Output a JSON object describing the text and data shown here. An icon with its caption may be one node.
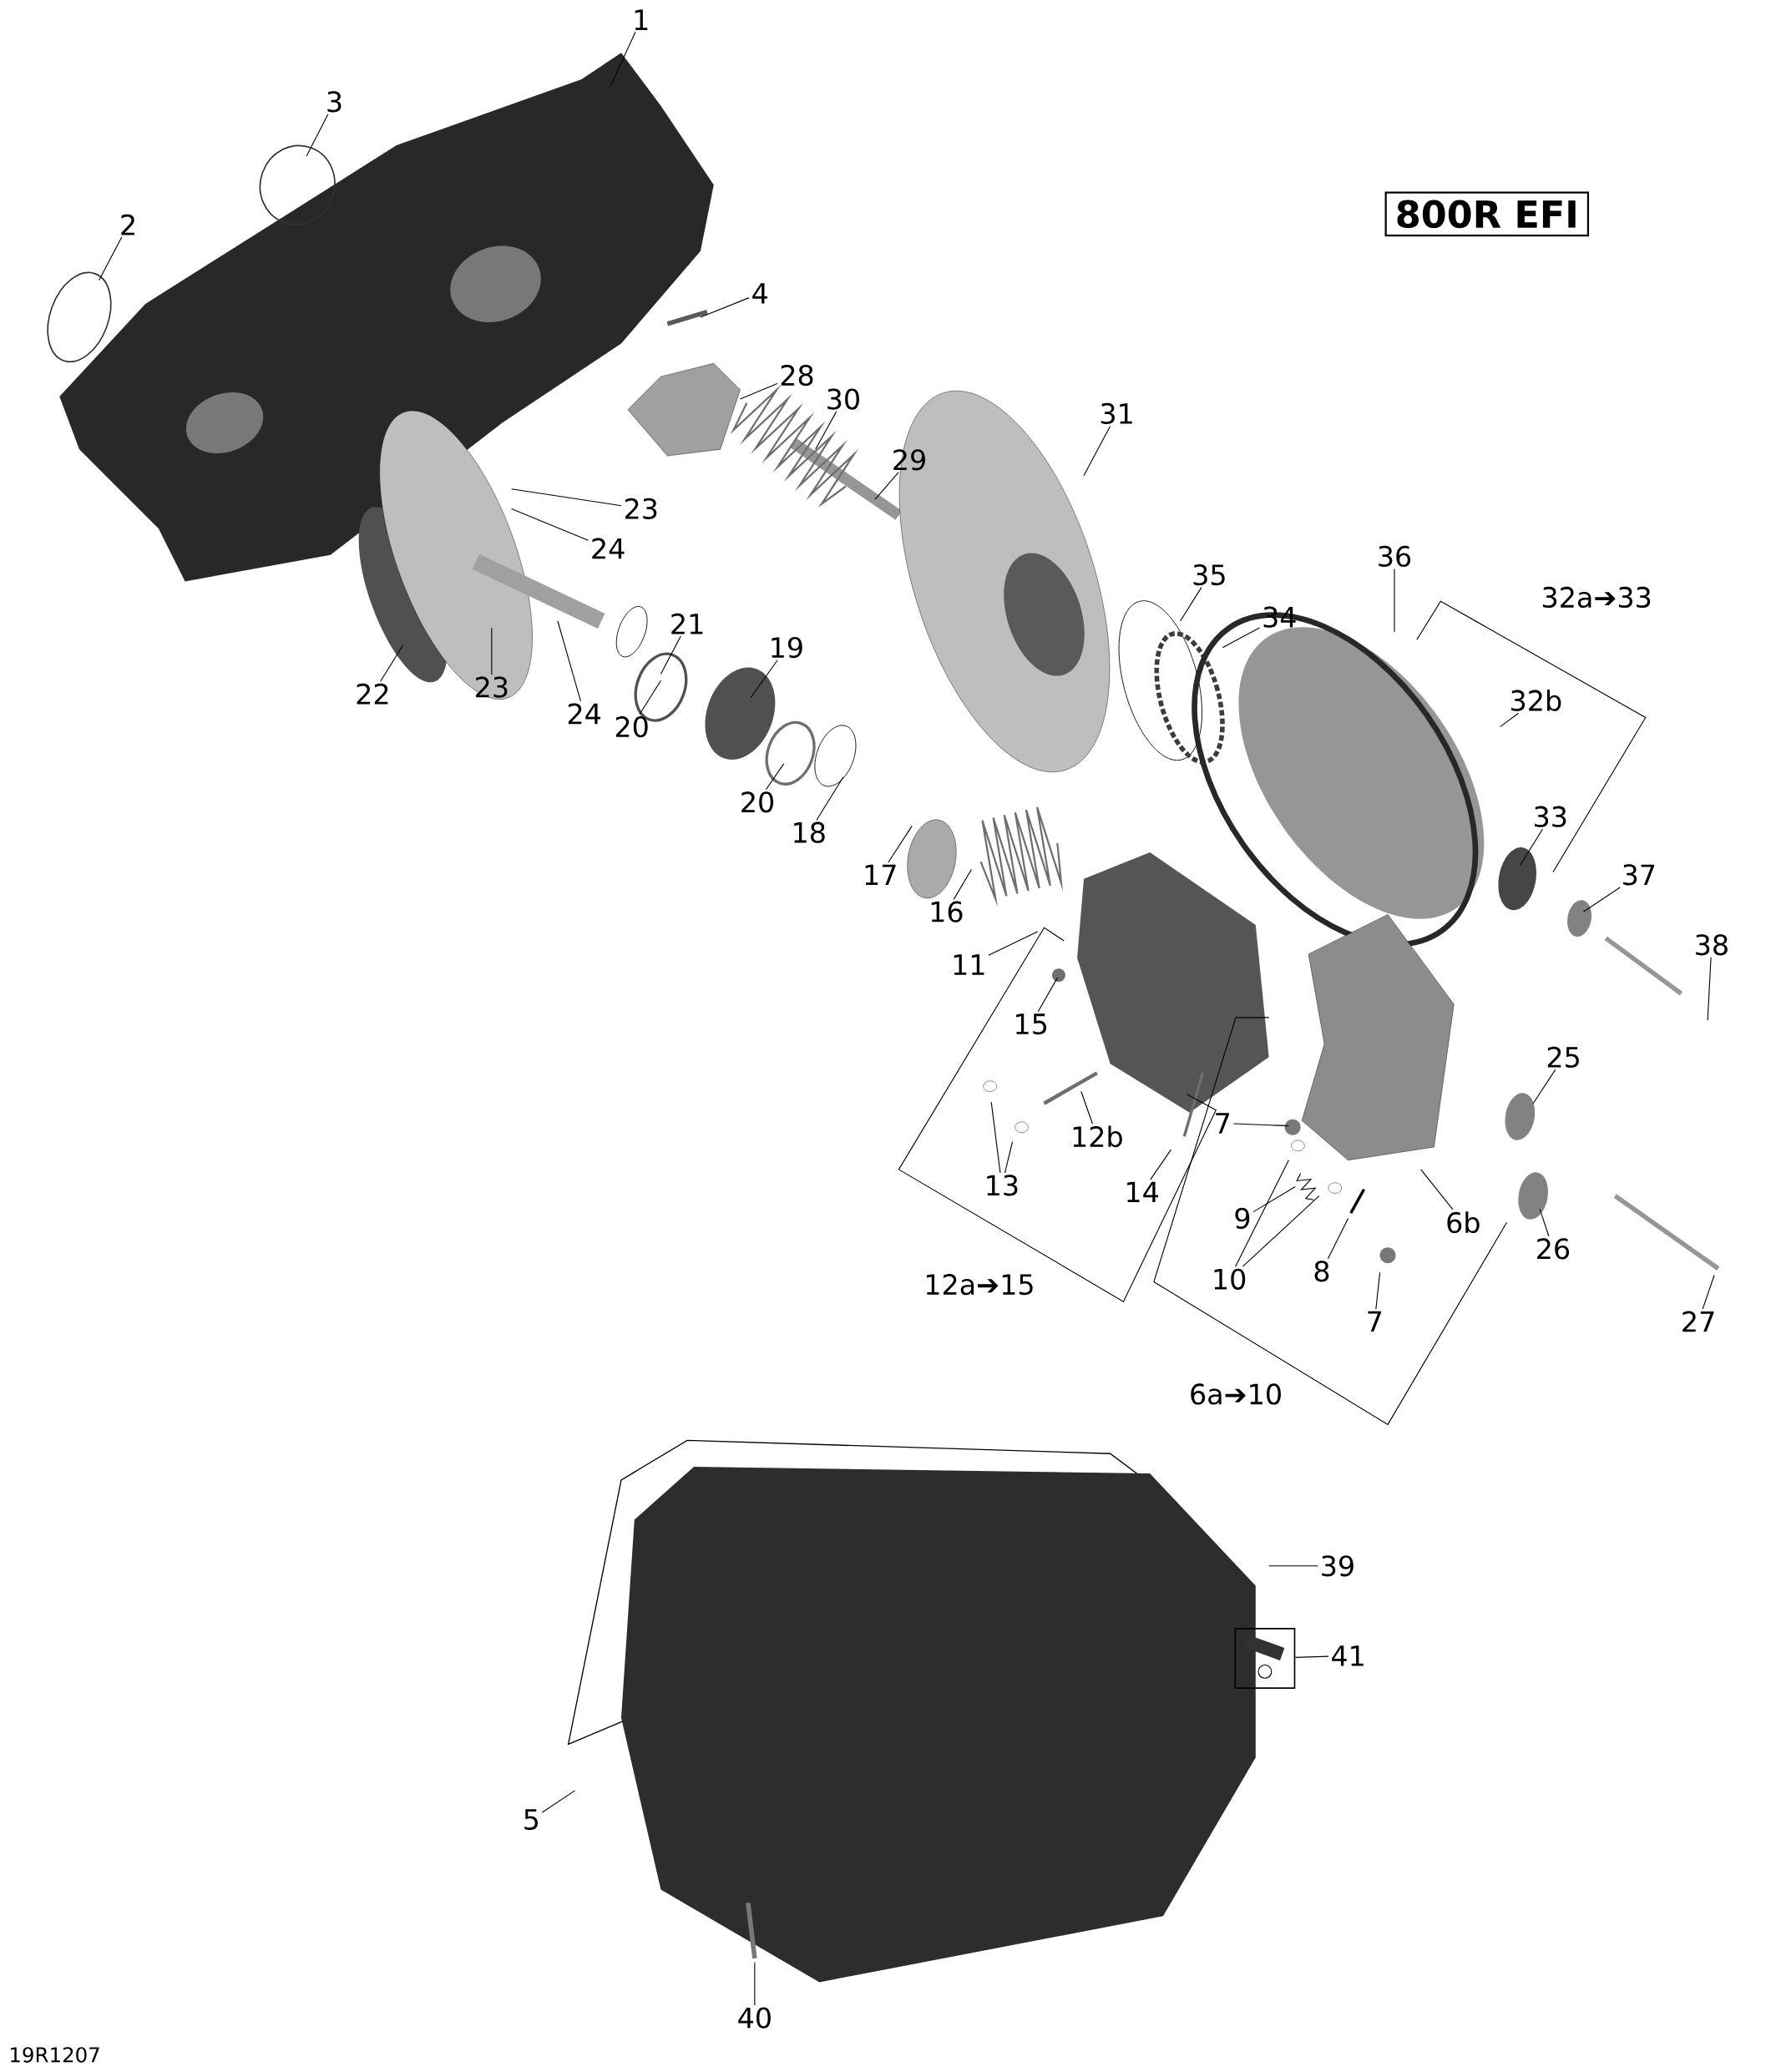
{
  "diagram": {
    "nodes": [
      {
        "text": [
          "1"
        ]
      },
      {
        "text": [
          "2"
        ]
      },
      {
        "text": [
          "3"
        ]
      },
      {
        "text": [
          "800R EFI"
        ]
      },
      {
        "text": [
          "4"
        ]
      },
      {
        "text": [
          "28"
        ]
      },
      {
        "text": [
          "30"
        ]
      },
      {
        "text": [
          "29"
        ]
      },
      {
        "text": [
          "31"
        ]
      },
      {
        "text": [
          "23"
        ]
      },
      {
        "text": [
          "24"
        ]
      },
      {
        "text": [
          "21"
        ]
      },
      {
        "text": [
          "19"
        ]
      },
      {
        "text": [
          "22"
        ]
      },
      {
        "text": [
          "23"
        ]
      },
      {
        "text": [
          "24"
        ]
      },
      {
        "text": [
          "20"
        ]
      },
      {
        "text": [
          "20"
        ]
      },
      {
        "text": [
          "18"
        ]
      },
      {
        "text": [
          "17"
        ]
      },
      {
        "text": [
          "16"
        ]
      },
      {
        "text": [
          "35"
        ]
      },
      {
        "text": [
          "34"
        ]
      },
      {
        "text": [
          "36"
        ]
      },
      {
        "text": [
          "32b"
        ]
      },
      {
        "text": [
          "33"
        ]
      },
      {
        "text": [
          "37"
        ]
      },
      {
        "text": [
          "38"
        ]
      },
      {
        "text": [
          "11"
        ]
      },
      {
        "text": [
          "15"
        ]
      },
      {
        "text": [
          "12b"
        ]
      },
      {
        "text": [
          "13"
        ]
      },
      {
        "text": [
          "14"
        ]
      },
      {
        "text": [
          "7"
        ]
      },
      {
        "text": [
          "9"
        ]
      },
      {
        "text": [
          "10"
        ]
      },
      {
        "text": [
          "8"
        ]
      },
      {
        "text": [
          "7"
        ]
      },
      {
        "text": [
          "6b"
        ]
      },
      {
        "text": [
          "25"
        ]
      },
      {
        "text": [
          "26"
        ]
      },
      {
        "text": [
          "27"
        ]
      },
      {
        "text": [
          "39"
        ]
      },
      {
        "text": [
          "41"
        ]
      },
      {
        "text": [],
        "shape": "box"
      },
      {
        "text": [
          "5"
        ]
      },
      {
        "text": [
          "40"
        ]
      }
    ],
    "edges": [
      {
        "from": 0,
        "to": null,
        "arrow": "none"
      },
      {
        "from": 1,
        "to": null,
        "arrow": "none"
      },
      {
        "from": 2,
        "to": null,
        "arrow": "none"
      },
      {
        "from": 4,
        "to": null,
        "arrow": "none"
      },
      {
        "from": 5,
        "to": null,
        "arrow": "none"
      },
      {
        "from": 6,
        "to": null,
        "arrow": "none"
      },
      {
        "from": 7,
        "to": null,
        "arrow": "none"
      },
      {
        "from": 8,
        "to": null,
        "arrow": "none"
      },
      {
        "from": 9,
        "to": null,
        "arrow": "none"
      },
      {
        "from": 10,
        "to": null,
        "arrow": "none"
      },
      {
        "from": 11,
        "to": null,
        "arrow": "none"
      },
      {
        "from": 12,
        "to": null,
        "arrow": "none"
      },
      {
        "from": 13,
        "to": null,
        "arrow": "none"
      },
      {
        "from": 14,
        "to": null,
        "arrow": "none"
      },
      {
        "from": 15,
        "to": null,
        "arrow": "none"
      },
      {
        "from": 16,
        "to": null,
        "arrow": "none"
      },
      {
        "from": 17,
        "to": null,
        "arrow": "none"
      },
      {
        "from": 18,
        "to": null,
        "arrow": "none"
      },
      {
        "from": 19,
        "to": null,
        "arrow": "none"
      },
      {
        "from": 20,
        "to": null,
        "arrow": "none"
      },
      {
        "from": 21,
        "to": null,
        "arrow": "none"
      },
      {
        "from": 22,
        "to": null,
        "arrow": "none"
      },
      {
        "from": 23,
        "to": null,
        "arrow": "none"
      },
      {
        "from": 24,
        "to": null,
        "arrow": "none"
      },
      {
        "from": 25,
        "to": null,
        "arrow": "none"
      },
      {
        "from": 26,
        "to": null,
        "arrow": "none"
      },
      {
        "from": 27,
        "to": null,
        "arrow": "none"
      },
      {
        "from": 28,
        "to": null,
        "arrow": "none"
      },
      {
        "from": 29,
        "to": null,
        "arrow": "none"
      },
      {
        "from": 30,
        "to": null,
        "arrow": "none"
      },
      {
        "from": 31,
        "to": null,
        "arrow": "none"
      },
      {
        "from": 31,
        "to": null,
        "arrow": "none"
      },
      {
        "from": 32,
        "to": null,
        "arrow": "none"
      },
      {
        "from": 33,
        "to": null,
        "arrow": "none"
      },
      {
        "from": 34,
        "to": null,
        "arrow": "none"
      },
      {
        "from": 35,
        "to": null,
        "arrow": "none"
      },
      {
        "from": 35,
        "to": null,
        "arrow": "none"
      },
      {
        "from": 36,
        "to": null,
        "arrow": "none"
      },
      {
        "from": 37,
        "to": null,
        "arrow": "none"
      },
      {
        "from": 38,
        "to": null,
        "arrow": "none"
      },
      {
        "from": 39,
        "to": null,
        "arrow": "none"
      },
      {
        "from": 40,
        "to": null,
        "arrow": "none"
      },
      {
        "from": 41,
        "to": null,
        "arrow": "none"
      },
      {
        "from": 42,
        "to": null,
        "arrow": "none"
      },
      {
        "from": 43,
        "to": 44,
        "arrow": "none"
      },
      {
        "from": 45,
        "to": null,
        "arrow": "none"
      },
      {
        "from": 46,
        "to": null,
        "arrow": "none"
      }
    ],
    "labels": [
      "32a➔33",
      "12a➔15",
      "6a➔10",
      "19R1207"
    ]
  }
}
